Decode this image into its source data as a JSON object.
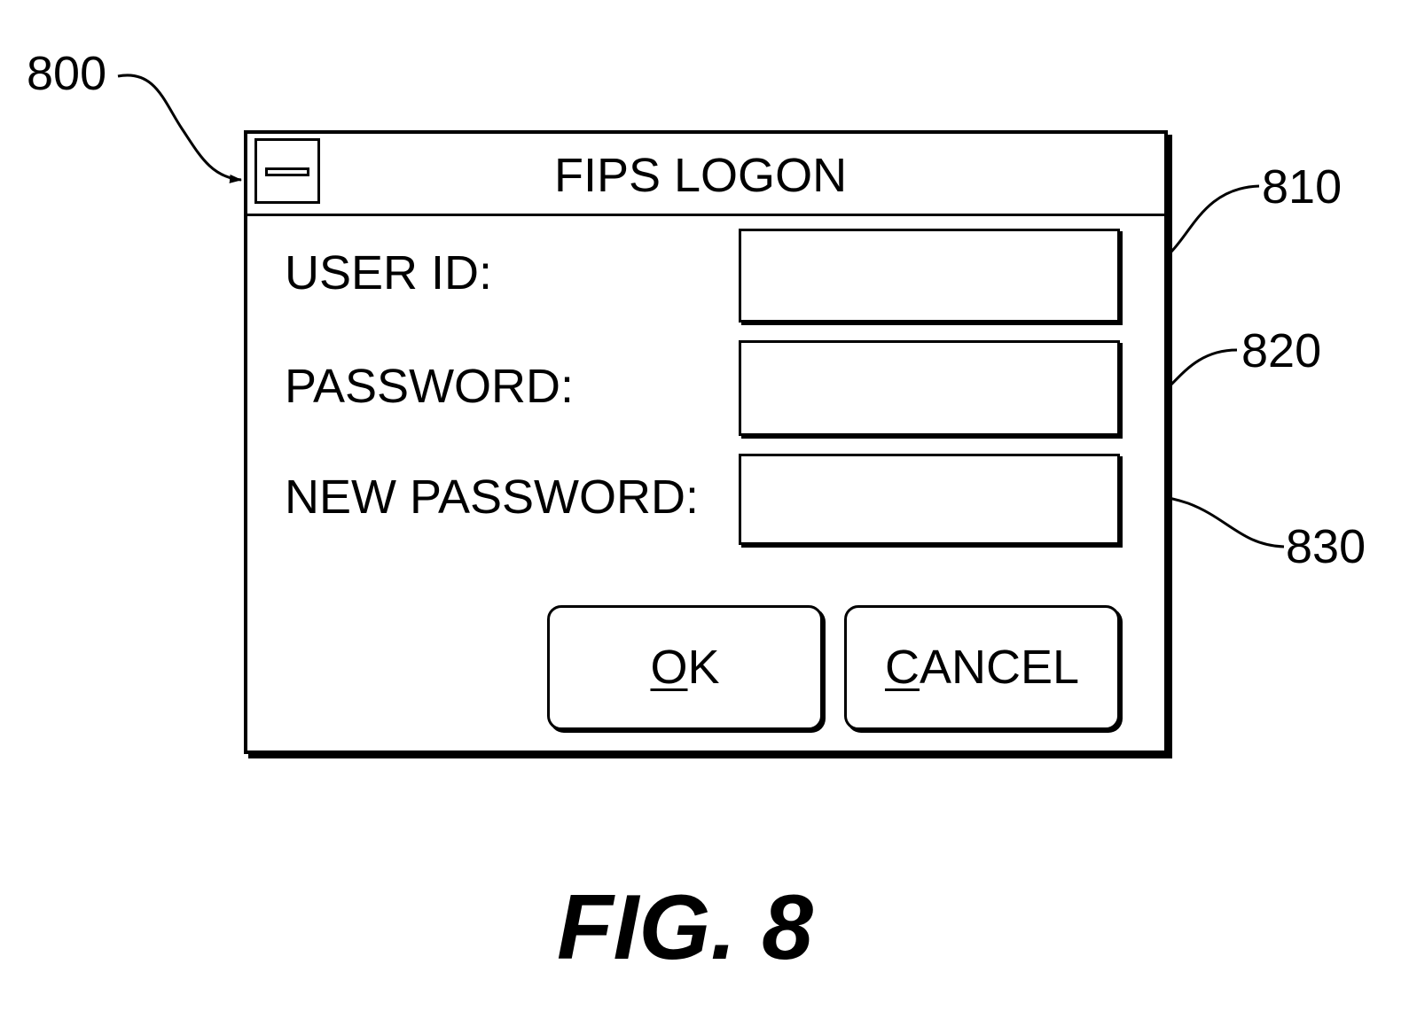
{
  "references": {
    "dialog": "800",
    "user_id_field": "810",
    "password_field": "820",
    "new_password_field": "830"
  },
  "dialog": {
    "title": "FIPS LOGON",
    "system_menu_icon": "system-menu-icon",
    "fields": [
      {
        "label": "USER ID:",
        "value": ""
      },
      {
        "label": "PASSWORD:",
        "value": ""
      },
      {
        "label": "NEW PASSWORD:",
        "value": ""
      }
    ],
    "buttons": {
      "ok": {
        "mnemonic": "O",
        "rest": "K"
      },
      "cancel": {
        "mnemonic": "C",
        "rest": "ANCEL"
      }
    }
  },
  "caption": "FIG. 8"
}
